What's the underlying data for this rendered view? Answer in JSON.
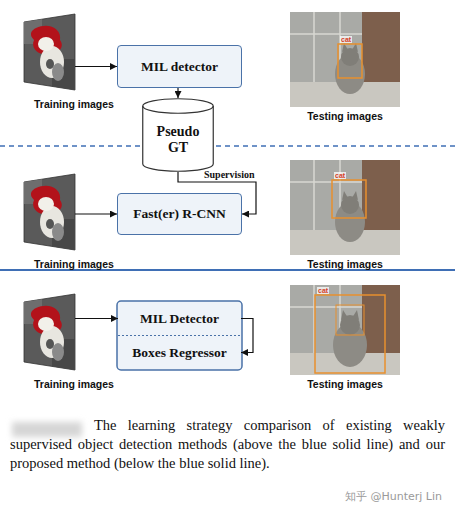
{
  "diagram": {
    "caption": "The learning strategy comparison of existing weakly supervised object detection methods (above the blue solid line) and our proposed method (below the blue solid line).",
    "nodes": [
      {
        "text": [
          "Training images"
        ]
      },
      {
        "text": [
          "MIL detector"
        ]
      },
      {
        "text": [
          "Pseudo GT"
        ]
      },
      {
        "text": [
          "Training images"
        ]
      },
      {
        "text": [
          "Fast(er) R-CNN"
        ]
      },
      {
        "text": [
          "Training images"
        ]
      },
      {
        "text": [
          "MIL Detector"
        ]
      },
      {
        "text": [
          "Boxes Regressor"
        ]
      }
    ],
    "edges": [
      {
        "from": 0,
        "to": 1,
        "arrow": "to"
      },
      {
        "from": 1,
        "to": 2,
        "arrow": "to"
      },
      {
        "from": 2,
        "to": 4,
        "arrow": "to",
        "label": "Supervision"
      },
      {
        "from": 3,
        "to": 4,
        "arrow": "to"
      },
      {
        "from": 5,
        "to": 6,
        "arrow": "to"
      },
      {
        "from": 6,
        "to": 7,
        "arrow": "to"
      }
    ],
    "labels": [
      "cat",
      "Testing images",
      "cat",
      "Testing images",
      "cat",
      "Testing images",
      "知乎 @Hunterj Lin"
    ]
  }
}
